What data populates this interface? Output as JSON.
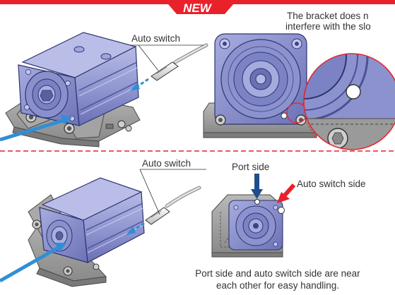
{
  "banner": {
    "label": "NEW"
  },
  "top": {
    "callout_label": "Auto switch",
    "note_line1": "The bracket does n",
    "note_line2": "interfere with the slo"
  },
  "bottom": {
    "callout_label": "Auto switch",
    "port_side_label": "Port side",
    "auto_switch_side_label": "Auto switch side",
    "caption_line1": "Port side and auto switch side are near",
    "caption_line2": "each other for easy handling."
  },
  "colors": {
    "accent_red": "#e8212b",
    "cylinder_blue": "#8f95cf",
    "cylinder_dark": "#5f66a8",
    "bracket_gray": "#9a9a9a",
    "arrow_blue": "#2f8fd6",
    "port_arrow_navy": "#1f4e8c"
  }
}
